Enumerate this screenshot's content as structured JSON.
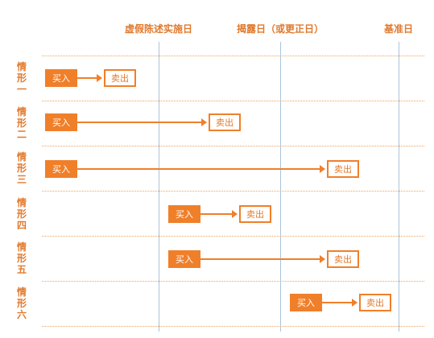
{
  "headers": {
    "misrep": "虚假陈述实施日",
    "disclosure": "揭露日（或更正日）",
    "base": "基准日"
  },
  "buy_label": "买入",
  "sell_label": "卖出",
  "rows": [
    {
      "label": [
        "情",
        "形",
        "一"
      ]
    },
    {
      "label": [
        "情",
        "形",
        "二"
      ]
    },
    {
      "label": [
        "情",
        "形",
        "三"
      ]
    },
    {
      "label": [
        "情",
        "形",
        "四"
      ]
    },
    {
      "label": [
        "情",
        "形",
        "五"
      ]
    },
    {
      "label": [
        "情",
        "形",
        "六"
      ]
    }
  ],
  "colors": {
    "accent": "#f07f2a",
    "text": "#e07a2e",
    "timeline": "#a9c4dc"
  }
}
